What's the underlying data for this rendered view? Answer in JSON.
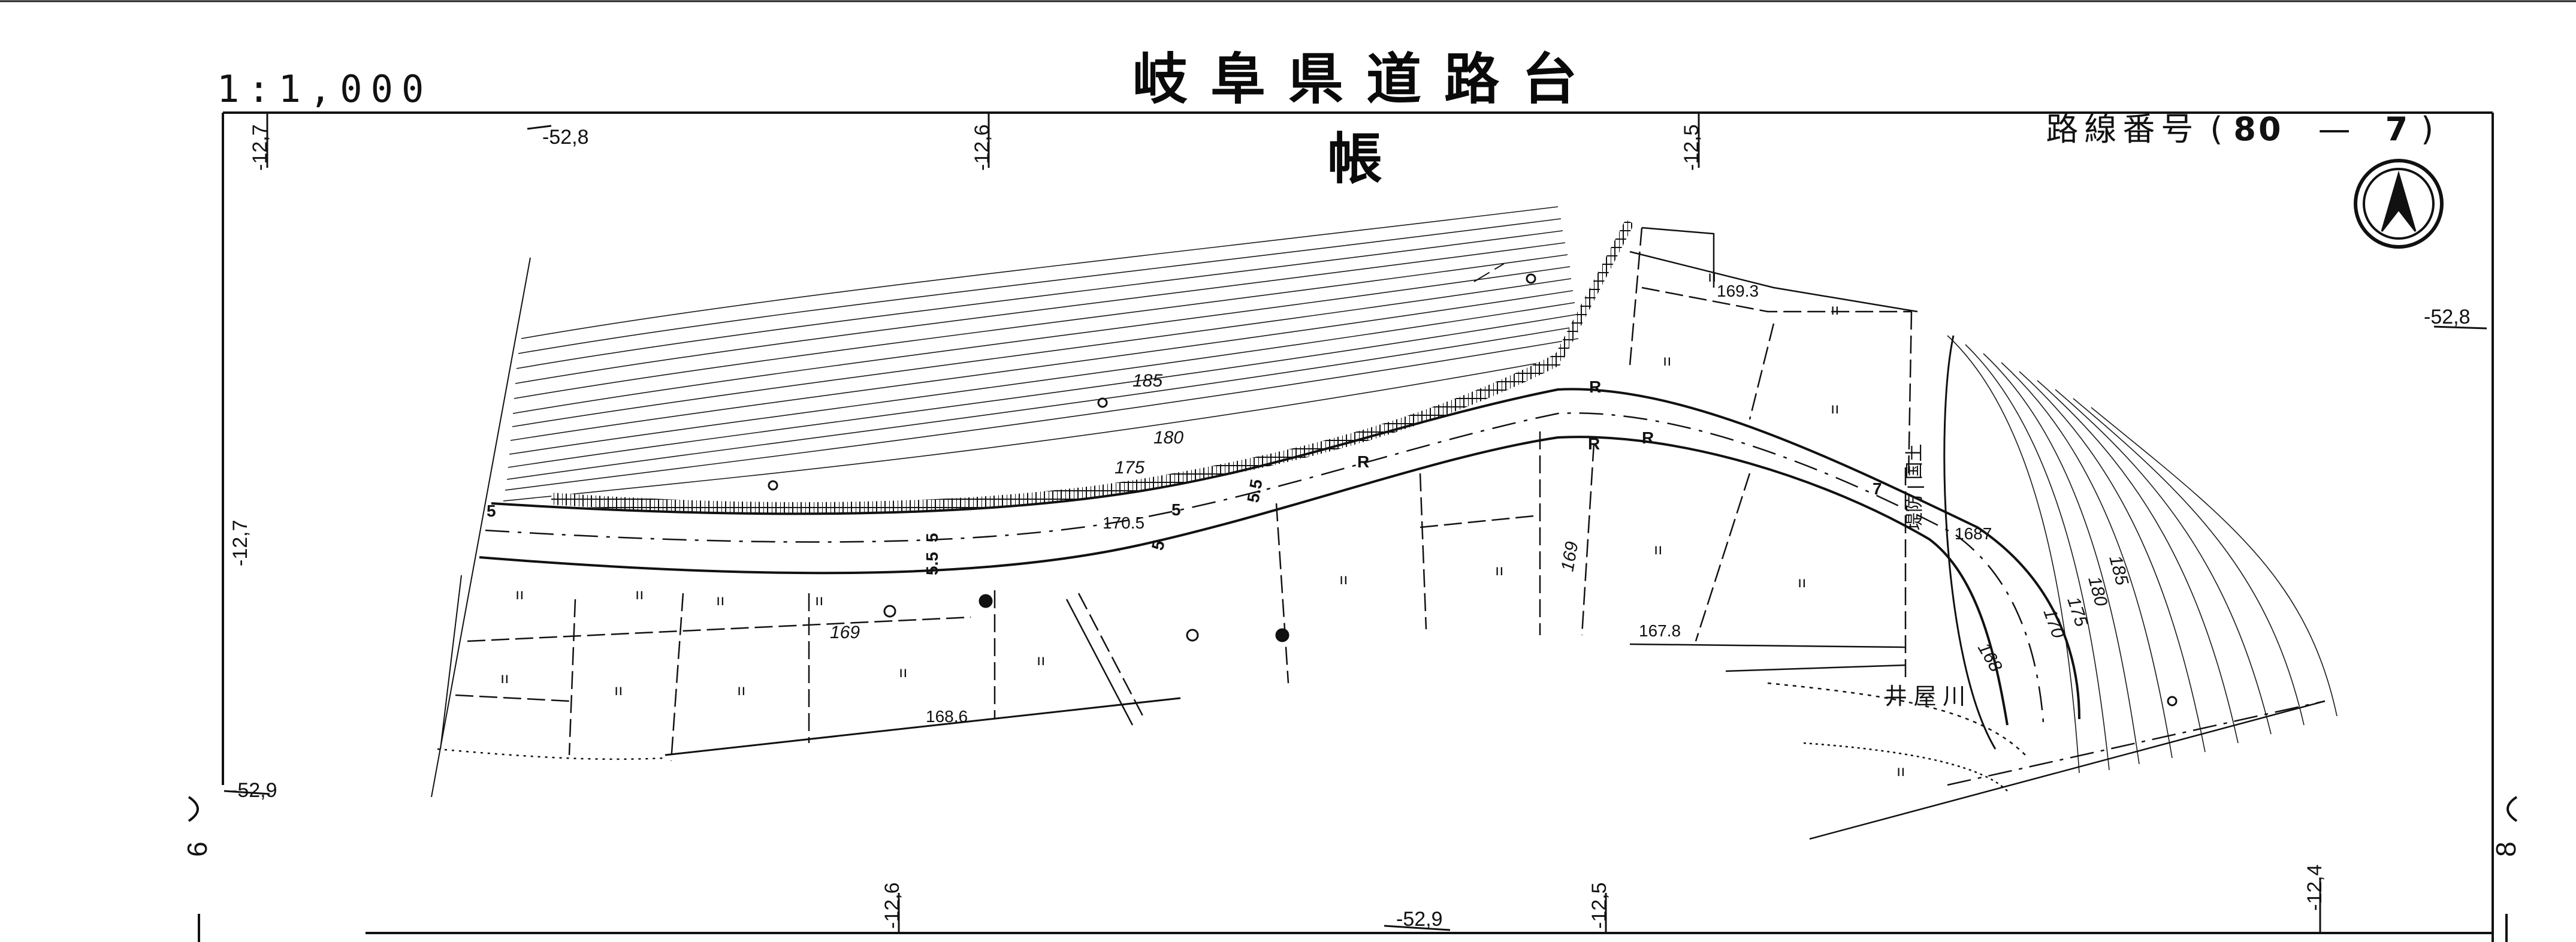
{
  "title": "岐阜県道路台帳",
  "scale": "1:1,000",
  "route": {
    "label": "路線番号",
    "open": "(",
    "number": "80",
    "dash": "—",
    "sub": "7",
    "close": ")"
  },
  "grid_labels": {
    "top_1": "-12,7",
    "top_2": "-12,6",
    "top_3": "-12,5",
    "top_x": "-52,8",
    "right_x": "-52,8",
    "left_y": "-12,7",
    "left_x": "-52,9",
    "bottom_1": "-12,6",
    "bottom_2": "-12,5",
    "bottom_3": "-12,4",
    "bottom_x": "-52,9"
  },
  "sheet_refs": {
    "left": "6",
    "right": "8"
  },
  "contours": {
    "c185a": "185",
    "c180a": "180",
    "c175": "175",
    "c185b": "185",
    "c180b": "180",
    "c175b": "175",
    "c170": "170",
    "c168": "168",
    "c169": "169",
    "c169b": "169"
  },
  "spot_heights": {
    "h1": "169.3",
    "h2": "170.5",
    "h3": "1687",
    "h4": "167.8",
    "h5": "168.6"
  },
  "road_marks": {
    "r1": "R",
    "r2": "R",
    "r3": "R",
    "r4": "R",
    "s1": "5",
    "s2": "5.5",
    "s3": "5",
    "s4": "5.5",
    "s5": "5",
    "s6": "5",
    "s7": "7"
  },
  "river_name": "井 屋 川",
  "facility_text": "堤防 | 国土",
  "field_mark": "ıı",
  "colors": {
    "line": "#111111",
    "paper": "#ffffff"
  }
}
